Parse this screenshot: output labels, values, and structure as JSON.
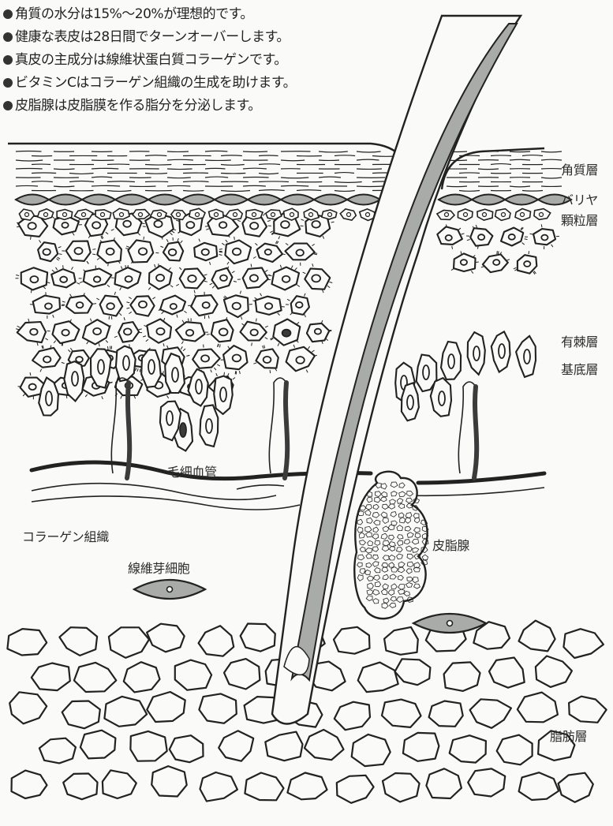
{
  "notes": [
    "角質の水分は15%〜20%が理想的です。",
    "健康な表皮は28日間でターンオーバーします。",
    "真皮の主成分は線維状蛋白質コラーゲンです。",
    "ビタミンCはコラーゲン組織の生成を助けます。",
    "皮脂腺は皮脂膜を作る脂分を分泌します。"
  ],
  "labels": {
    "stratum_corneum": "角質層",
    "barrier": "バリヤ",
    "stratum_granulosum": "顆粒層",
    "stratum_spinosum": "有棘層",
    "stratum_basale": "基底層",
    "capillary": "毛細血管",
    "collagen_tissue": "コラーゲン組織",
    "fibroblast": "線維芽細胞",
    "sebaceous_gland": "皮脂腺",
    "fat_layer": "脂肪層"
  },
  "colors": {
    "line": "#222222",
    "gray_fill": "#a9aba8",
    "dark_fill": "#3b3b3b",
    "paper": "#fafaf8"
  }
}
